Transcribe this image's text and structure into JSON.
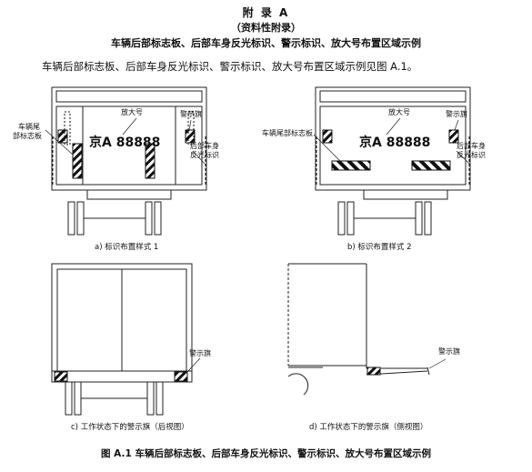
{
  "header": {
    "appendix": "附 录 A",
    "nature": "（资料性附录）",
    "title": "车辆后部标志板、后部车身反光标识、警示标识、放大号布置区域示例"
  },
  "intro": "车辆后部标志板、后部车身反光标识、警示标识、放大号布置区域示例见图 A.1。",
  "panel_a": {
    "plate": "京A 88888",
    "label_magnify": "放大号",
    "label_flag": "警示旗",
    "label_tail_board_1": "车辆尾",
    "label_tail_board_2": "部标志板",
    "label_rear_reflect_1": "后部车身",
    "label_rear_reflect_2": "反光标识",
    "caption": "a)  标识布置样式 1"
  },
  "panel_b": {
    "plate": "京A 88888",
    "label_magnify": "放大号",
    "label_flag": "警示旗",
    "label_tail_board": "车辆尾部标志板",
    "label_rear_reflect_1": "后部车身",
    "label_rear_reflect_2": "反光标识",
    "caption": "b)  标识布置样式 2"
  },
  "panel_c": {
    "label_flag": "警示旗",
    "caption": "c)  工作状态下的警示旗（后视图）"
  },
  "panel_d": {
    "label_flag": "警示旗",
    "caption": "d)  工作状态下的警示旗（侧视图）"
  },
  "figure_caption": "图 A.1  车辆后部标志板、后部车身反光标识、警示标识、放大号布置区域示例"
}
